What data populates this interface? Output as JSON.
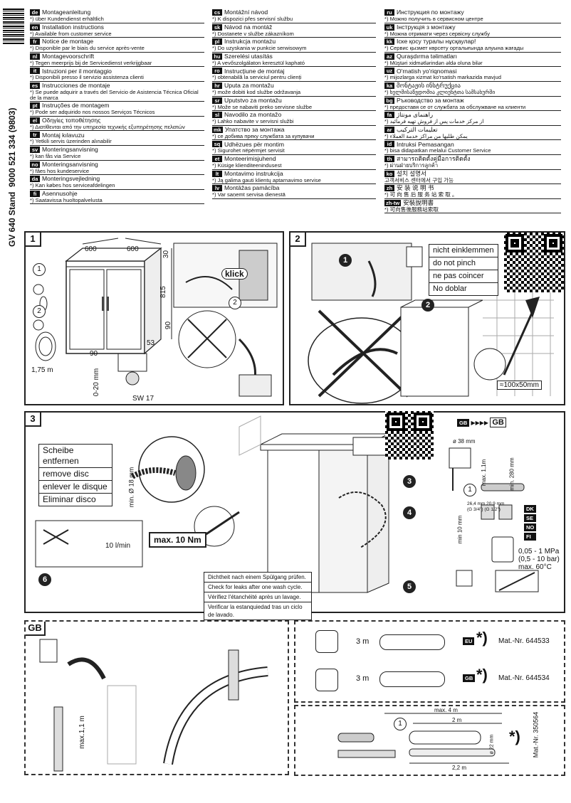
{
  "doc_number": "9000 521 334 (9803)",
  "model": "GV 640 Stand",
  "languages_col1": [
    {
      "code": "de",
      "title": "Montageanleitung",
      "note": "*) über Kundendienst erhältlich"
    },
    {
      "code": "en",
      "title": "Installation instructions",
      "note": "*) Available from customer service"
    },
    {
      "code": "fr",
      "title": "Notice de montage",
      "note": "*) Disponible par le biais du service après-vente"
    },
    {
      "code": "nl",
      "title": "Montagevoorschrift",
      "note": "*) Tegen meerprijs bij de Servicedienst verkrijgbaar"
    },
    {
      "code": "it",
      "title": "Istruzioni per il montaggio",
      "note": "*) Disponibili presso il servizio assistenza clienti"
    },
    {
      "code": "es",
      "title": "Instrucciones de montaje",
      "note": "*) Se puede adquirir a través del Servicio de Asistencia Técnica Oficial de la marca"
    },
    {
      "code": "pt",
      "title": "Instruções de montagem",
      "note": "*) Pode ser adquirido nos nossos Serviços Técnicos"
    },
    {
      "code": "el",
      "title": "Οδηγίες τοποθέτησης",
      "note": "*) Διατίθενται από την υπηρεσία τεχνικής εξυπηρέτησης πελατών"
    },
    {
      "code": "tr",
      "title": "Montaj kılavuzu",
      "note": "*) Yetkili servis üzerinden alınabilir"
    },
    {
      "code": "sv",
      "title": "Monteringsanvisning",
      "note": "*) kan fås via Service"
    },
    {
      "code": "no",
      "title": "Monteringsanvisning",
      "note": "*) fåes hos kundeservice"
    },
    {
      "code": "da",
      "title": "Monteringsvejledning",
      "note": "*) Kan købes hos serviceafdelingen"
    },
    {
      "code": "fi",
      "title": "Asennusohje",
      "note": "*) Saatavissa huoltopalvelusta"
    }
  ],
  "languages_col2": [
    {
      "code": "cs",
      "title": "Montážní návod",
      "note": "*) K dispozici přes servisní službu"
    },
    {
      "code": "sk",
      "title": "Návod na montáž",
      "note": "*) Dostanete v službe zákazníkom"
    },
    {
      "code": "pl",
      "title": "Instrukcja montażu",
      "note": "*) Do uzyskania w punkcie serwisowym"
    },
    {
      "code": "hu",
      "title": "Szerelési utasítás",
      "note": "*) A vevőszolgálaton keresztül kapható"
    },
    {
      "code": "ro",
      "title": "Instrucțiune de montaj",
      "note": "*) obtenabilă la serviciul pentru clienți"
    },
    {
      "code": "hr",
      "title": "Uputa za montažu",
      "note": "*) može dobiti kod službe održavanja"
    },
    {
      "code": "sr",
      "title": "Uputstvo za montažu",
      "note": "*) Može se nabaviti preko servisne službe"
    },
    {
      "code": "sl",
      "title": "Navodilo za montažo",
      "note": "*) Lahko nabavite v servisni službi"
    },
    {
      "code": "mk",
      "title": "Упатство за монтажа",
      "note": "*) се добива преку службата за купувачи"
    },
    {
      "code": "sq",
      "title": "Udhëzues për montim",
      "note": "*) Sigurohet nëpërmjet servisit"
    },
    {
      "code": "et",
      "title": "Monteerimisjuhend",
      "note": "*) Küsige klienditeenindusest"
    },
    {
      "code": "lt",
      "title": "Montavimo instrukcija",
      "note": "*) Ją galima gauti klientų aptarnavimo servise"
    },
    {
      "code": "lv",
      "title": "Montāžas pamācība",
      "note": "*) Var saņemt servisa dienestā"
    }
  ],
  "languages_col3": [
    {
      "code": "ru",
      "title": "Инструкция по монтажу",
      "note": "*) Можно получить в сервисном центре"
    },
    {
      "code": "uk",
      "title": "Інструкція з монтажу",
      "note": "*) Можна отримати через сервісну службу"
    },
    {
      "code": "kk",
      "title": "Іске қосу туралы нұсқаулар!",
      "note": "*) Сервис қызмет көрсету орталығында алуына жағады"
    },
    {
      "code": "az",
      "title": "Quraşdırma təlimatları",
      "note": "*) Müştəri xidmətlərindən əldə oluna bilər"
    },
    {
      "code": "uz",
      "title": "O'rnatish yo'riqnomasi",
      "note": "*) mijozlarga xizmat ko'rsatish markazida mavjud"
    },
    {
      "code": "ka",
      "title": "მონტაჟის ინსტრუქცია",
      "note": "*) ხელმისაწვდომია კლიენტთა სამსახურში"
    },
    {
      "code": "bg",
      "title": "Ръководство за монтаж",
      "note": "*) предоставя се от службата за обслужване на клиенти"
    },
    {
      "code": "fa",
      "title": "راهنمای مونتاژ",
      "note": "*) از مرکز خدمات پس از فروش تهیه فرمائید"
    },
    {
      "code": "ar",
      "title": "تعليمات التركيب",
      "note": "*) يمكن طلبها من مراكز خدمة العملاء"
    },
    {
      "code": "id",
      "title": "Intruksi Pemasangan",
      "note": "*) bisa didapatkan melalui Customer Service"
    },
    {
      "code": "th",
      "title": "สามารถติดตั้งคู่มือการติดตั้ง",
      "note": "*) ผ่านฝ่ายบริการลูกค้า"
    },
    {
      "code": "ko",
      "title": "설치 설명서",
      "note": "고객서비스 센터에서 구입 가능"
    },
    {
      "code": "zh",
      "title": "安 装 说 明 书",
      "note": "*) 可 向 售 后 服 务 站 索 取 。"
    },
    {
      "code": "zh-tw",
      "title": "安裝說明書",
      "note": "*) 可向售後服務站索取"
    }
  ],
  "panel1": {
    "num": "1",
    "dims": {
      "w1": "600",
      "w2": "600",
      "h30": "30",
      "h815": "815",
      "h90": "90",
      "d53": "53",
      "d90": "90",
      "side": "0-20 mm"
    },
    "hose_len": "1,75 m",
    "wrench": "SW 17",
    "klick": "klick",
    "items": [
      "1",
      "2"
    ]
  },
  "panel2": {
    "num": "2",
    "warning": [
      "nicht einklemmen",
      "do not pinch",
      "ne pas coincer",
      "No doblar"
    ],
    "hole": "≈100x50mm",
    "steps": [
      "1",
      "2"
    ]
  },
  "panel3": {
    "num": "3",
    "remove_disc": [
      "Scheibe entfernen",
      "remove disc",
      "enlever le disque",
      "Eliminar disco"
    ],
    "min_d": "min. Ø 18 mm",
    "torque": "max. 10 Nm",
    "flow": "10 l/min",
    "leak_check": [
      "Dichtheit nach einem Spülgang prüfen.",
      "Check for leaks after one wash cycle.",
      "Vérifiez l'étanchéité après un lavage.",
      "Verificar la estanquiedad tras un ciclo de lavado."
    ],
    "gb_label": "GB",
    "d38": "ø 38 mm",
    "max11": "max. 1,1m",
    "min280": "min. 280 mm",
    "thread1": "26,4 mm 20,9 mm",
    "thread2": "(G 3/4\") (G 1/2\")",
    "min10": "min 10 mm",
    "pressure": [
      "0,05 - 1 MPa",
      "(0,5 - 10 bar)",
      "max. 60°C"
    ],
    "country_codes": [
      "DK",
      "SE",
      "NO",
      "FI"
    ],
    "steps": [
      "3",
      "4",
      "5",
      "6"
    ]
  },
  "panelGB": {
    "label": "GB",
    "max11": "max.1,1 m"
  },
  "accessories": {
    "len": "3 m",
    "eu_tag": "EU",
    "gb_tag": "GB",
    "mat1": "Mat.-Nr. 644533",
    "mat2": "Mat.-Nr. 644534",
    "star": "*)"
  },
  "extension": {
    "max": "max. 4 m",
    "len2": "2 m",
    "len22": "2,2 m",
    "d22": "ø 22 mm",
    "mat": "Mat.-Nr. 350564",
    "star": "*)",
    "step": "1"
  }
}
